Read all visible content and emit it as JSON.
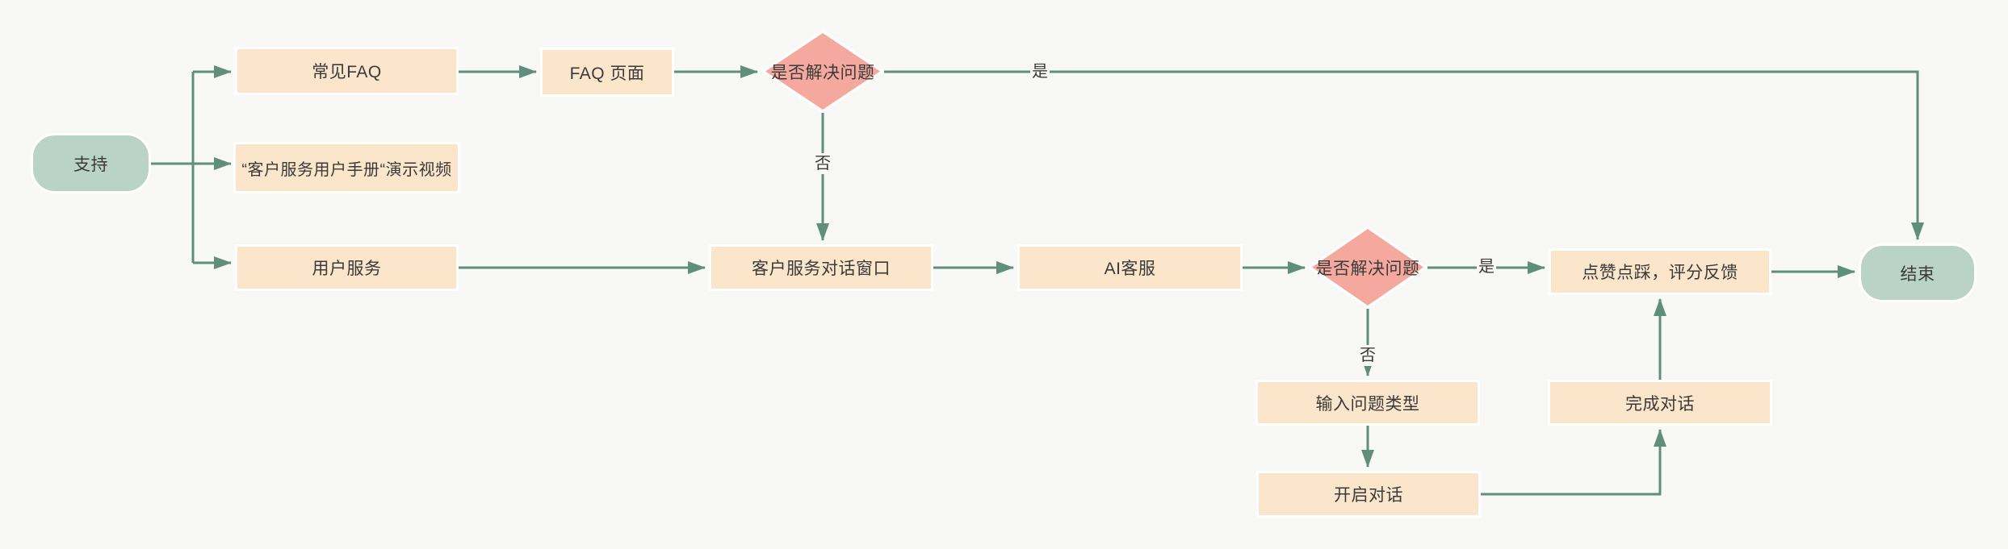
{
  "diagram": {
    "title": "customer-support-flowchart",
    "colors": {
      "background": "#f8f8f6",
      "process_fill": "#fbe6cb",
      "terminator_fill": "#b9d3c9",
      "decision_fill": "#f5a89e",
      "connector": "#5f8e7e",
      "text": "#3a3a3a",
      "node_border": "#ffffff"
    },
    "nodes": {
      "support": {
        "type": "terminator",
        "label": "支持"
      },
      "faq": {
        "type": "process",
        "label": "常见FAQ"
      },
      "faq_page": {
        "type": "process",
        "label": "FAQ 页面"
      },
      "decision_top": {
        "type": "decision",
        "label": "是否解决问题"
      },
      "manual_video": {
        "type": "process",
        "label": "“客户服务用户手册“演示视频"
      },
      "user_service": {
        "type": "process",
        "label": "用户服务"
      },
      "chat_window": {
        "type": "process",
        "label": "客户服务对话窗口"
      },
      "ai_service": {
        "type": "process",
        "label": "AI客服"
      },
      "decision_bottom": {
        "type": "decision",
        "label": "是否解决问题"
      },
      "feedback": {
        "type": "process",
        "label": "点赞点踩，评分反馈"
      },
      "end": {
        "type": "terminator",
        "label": "结束"
      },
      "input_type": {
        "type": "process",
        "label": "输入问题类型"
      },
      "start_chat": {
        "type": "process",
        "label": "开启对话"
      },
      "finish_chat": {
        "type": "process",
        "label": "完成对话"
      }
    },
    "edge_labels": {
      "yes_top": "是",
      "no_top": "否",
      "yes_bottom": "是",
      "no_bottom": "否"
    }
  }
}
